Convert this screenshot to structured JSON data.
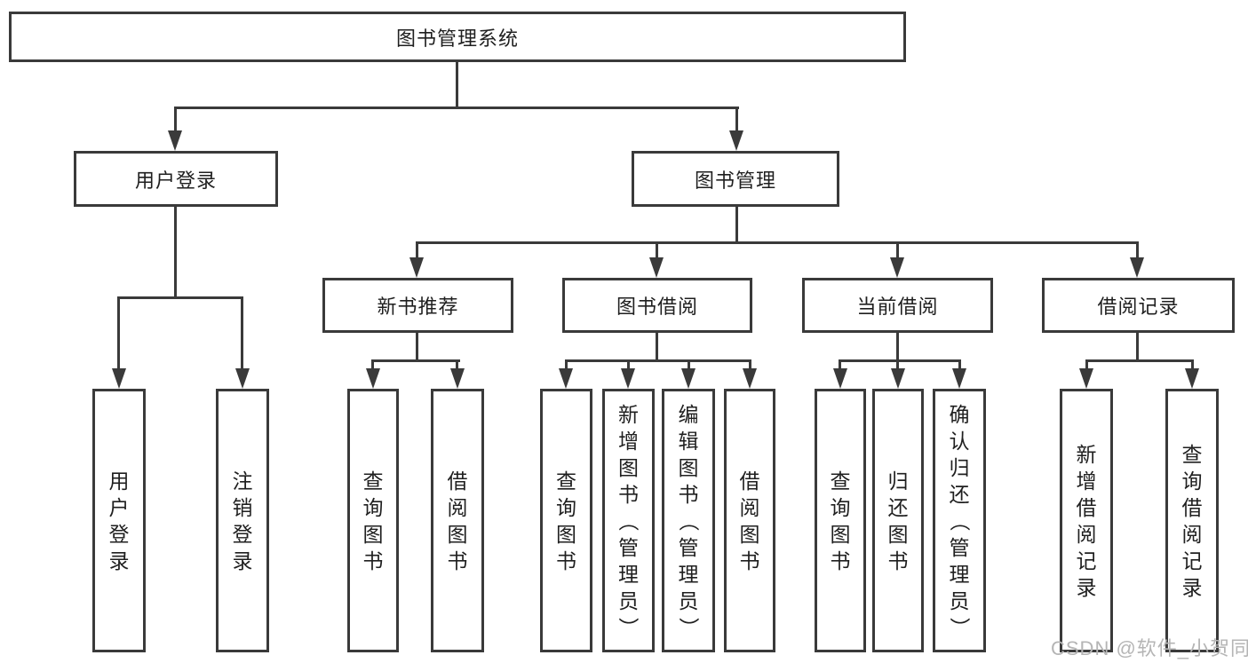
{
  "colors": {
    "line": "#3a3a3a",
    "text": "#1f1f1f",
    "watermark": "#b5b5b5",
    "background": "#ffffff"
  },
  "diagram": {
    "root": {
      "label": "图书管理系统"
    },
    "branches": [
      {
        "label": "用户登录",
        "children": [
          {
            "label": "用户登录"
          },
          {
            "label": "注销登录"
          }
        ]
      },
      {
        "label": "图书管理",
        "children": [
          {
            "label": "新书推荐",
            "children": [
              {
                "label": "查询图书"
              },
              {
                "label": "借阅图书"
              }
            ]
          },
          {
            "label": "图书借阅",
            "children": [
              {
                "label": "查询图书"
              },
              {
                "label": "新增图书（管理员）"
              },
              {
                "label": "编辑图书（管理员）"
              },
              {
                "label": "借阅图书"
              }
            ]
          },
          {
            "label": "当前借阅",
            "children": [
              {
                "label": "查询图书"
              },
              {
                "label": "归还图书"
              },
              {
                "label": "确认归还（管理员）"
              }
            ]
          },
          {
            "label": "借阅记录",
            "children": [
              {
                "label": "新增借阅记录"
              },
              {
                "label": "查询借阅记录"
              }
            ]
          }
        ]
      }
    ],
    "watermark": "CSDN @软件_小贺同学"
  }
}
